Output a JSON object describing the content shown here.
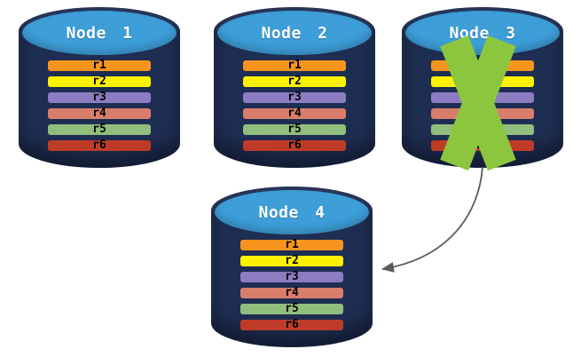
{
  "colors": {
    "background": "#FFFFFF",
    "cylinder_body": "#1E2D52",
    "cylinder_top": "#3D9ED8",
    "node_title_text": "#FFFFFF",
    "record_text": "#000000",
    "failure_x": "#8CC63F",
    "arrow": "#5B5B5B"
  },
  "records": [
    {
      "label": "r1",
      "color": "#F7941E"
    },
    {
      "label": "r2",
      "color": "#FFF200"
    },
    {
      "label": "r3",
      "color": "#8C7CC1"
    },
    {
      "label": "r4",
      "color": "#D97E6B"
    },
    {
      "label": "r5",
      "color": "#90BE7C"
    },
    {
      "label": "r6",
      "color": "#BE3C27"
    }
  ],
  "nodes": [
    {
      "label": "Node 1",
      "status": "ok"
    },
    {
      "label": "Node 2",
      "status": "ok"
    },
    {
      "label": "Node 3",
      "status": "failed"
    },
    {
      "label": "Node 4",
      "status": "ok"
    }
  ],
  "arrow": {
    "from": "Node 3",
    "to": "Node 4",
    "meaning": "replication-of-records-after-failure"
  }
}
